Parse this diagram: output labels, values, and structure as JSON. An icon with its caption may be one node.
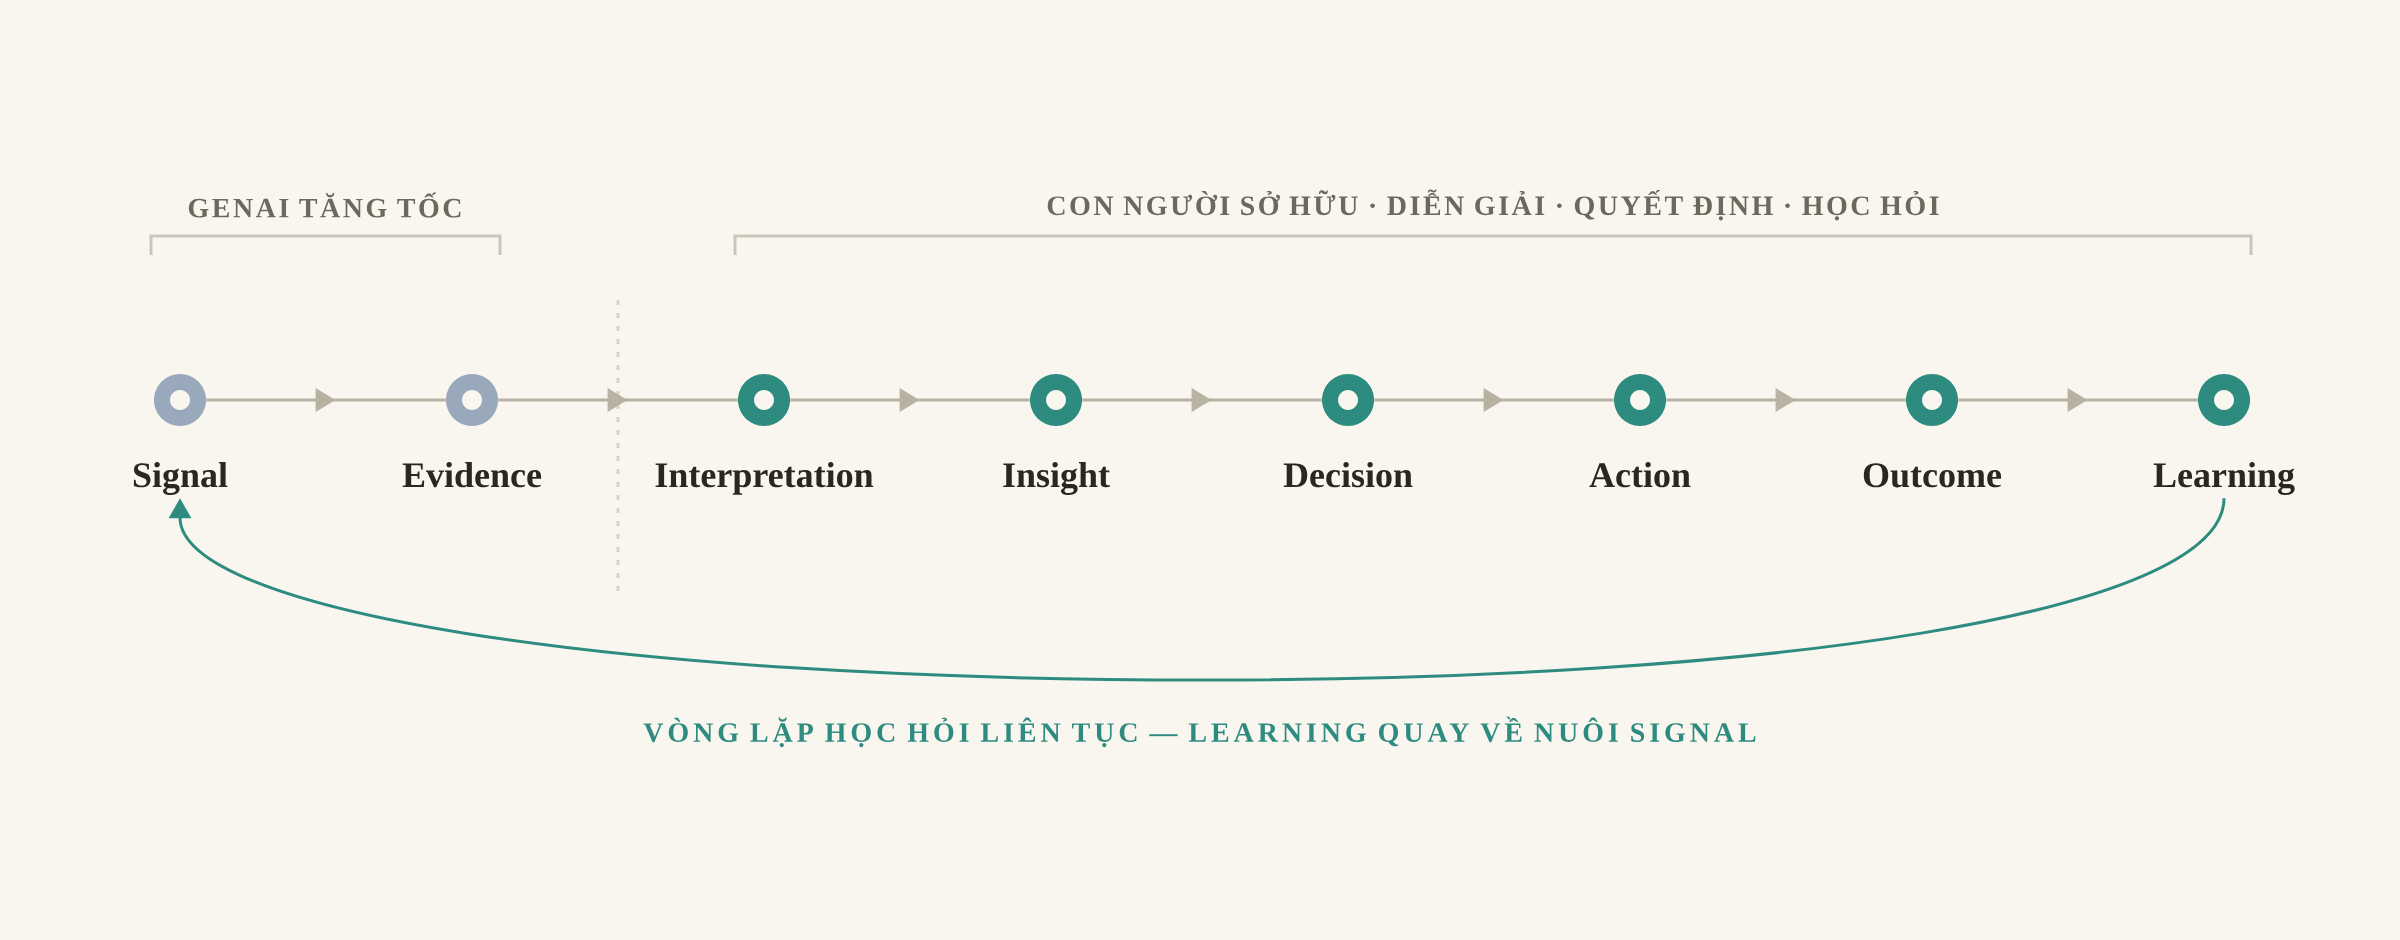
{
  "diagram": {
    "nodes": [
      {
        "text": [
          "Signal"
        ]
      },
      {
        "text": [
          "Evidence"
        ]
      },
      {
        "text": [
          "Interpretation"
        ]
      },
      {
        "text": [
          "Insight"
        ]
      },
      {
        "text": [
          "Decision"
        ]
      },
      {
        "text": [
          "Action"
        ]
      },
      {
        "text": [
          "Outcome"
        ]
      },
      {
        "text": [
          "Learning"
        ]
      }
    ],
    "edges": [
      {
        "from": 0,
        "to": 1,
        "arrow": "to"
      },
      {
        "from": 1,
        "to": 2,
        "arrow": "to"
      },
      {
        "from": 2,
        "to": 3,
        "arrow": "to"
      },
      {
        "from": 3,
        "to": 4,
        "arrow": "to"
      },
      {
        "from": 4,
        "to": 5,
        "arrow": "to"
      },
      {
        "from": 5,
        "to": 6,
        "arrow": "to"
      },
      {
        "from": 6,
        "to": 7,
        "arrow": "to"
      },
      {
        "from": 7,
        "to": 0,
        "arrow": "to",
        "color": "#2e8b7f"
      }
    ],
    "labels": [
      "GENAI TĂNG TỐC",
      "CON NGƯỜI SỞ HỮU · DIỄN GIẢI · QUYẾT ĐỊNH · HỌC HỎI",
      "VÒNG LẶP HỌC HỎI LIÊN TỤC — LEARNING QUAY VỀ NUÔI SIGNAL"
    ]
  }
}
